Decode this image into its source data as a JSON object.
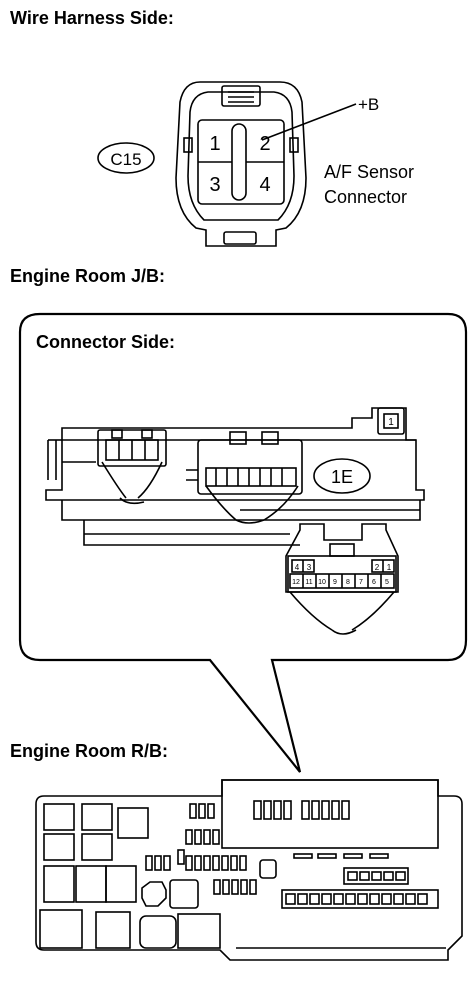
{
  "headings": {
    "wire_harness_side": "Wire Harness Side:",
    "engine_room_jb": "Engine Room J/B:",
    "engine_room_rb": "Engine Room R/B:"
  },
  "af_connector": {
    "code": "C15",
    "pins": [
      "1",
      "2",
      "3",
      "4"
    ],
    "terminal_label": "+B",
    "name_line1": "A/F Sensor",
    "name_line2": "Connector"
  },
  "jb": {
    "connector_side": "Connector Side:",
    "connector_code": "1E",
    "pin_box": "1",
    "pin_row_top_left": [
      "4",
      "3"
    ],
    "pin_row_top_right": [
      "2",
      "1"
    ],
    "pin_row_bottom": [
      "12",
      "11",
      "10",
      "9",
      "8",
      "7",
      "6",
      "5"
    ]
  }
}
